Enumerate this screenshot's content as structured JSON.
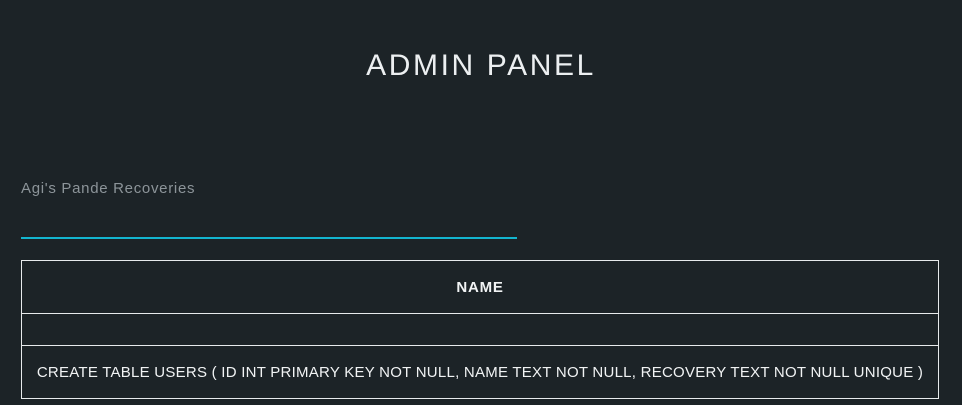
{
  "header": {
    "title": "ADMIN PANEL"
  },
  "form": {
    "name_field": {
      "label": "Agi's Pande Recoveries",
      "value": "",
      "placeholder": ""
    }
  },
  "table": {
    "columns": [
      "NAME"
    ],
    "rows": [
      {
        "name": ""
      },
      {
        "name": "CREATE TABLE USERS ( ID INT PRIMARY KEY NOT NULL, NAME TEXT NOT NULL, RECOVERY TEXT NOT NULL UNIQUE )"
      }
    ]
  },
  "colors": {
    "background": "#1c2327",
    "accent": "#13b5cf",
    "text_primary": "#eceff1",
    "text_muted": "#8c9499",
    "border": "#e7eaec"
  }
}
